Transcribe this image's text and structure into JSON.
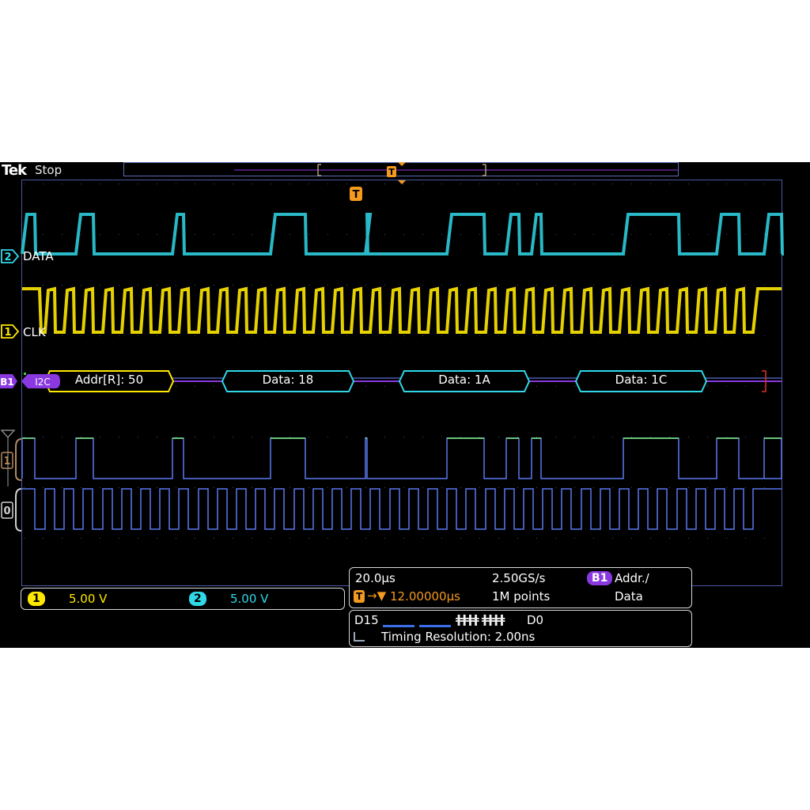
{
  "header": {
    "brand": "Tek",
    "status": "Stop"
  },
  "channels": {
    "data_label": "DATA",
    "clk_label": "CLK",
    "data_badge": "2",
    "clk_badge": "1",
    "bus_badge": "B1",
    "protocol": "I2C",
    "digital_top": "1",
    "digital_bottom": "0"
  },
  "decode_packets": [
    "Addr[R]: 50",
    "Data: 18",
    "Data: 1A",
    "Data: 1C"
  ],
  "trigger_marker": "T",
  "scale_bar": {
    "ch1_badge": "1",
    "ch1_scale": "5.00 V",
    "ch2_badge": "2",
    "ch2_scale": "5.00 V"
  },
  "acquisition": {
    "time_per_div": "20.0μs",
    "sample_rate": "2.50GS/s",
    "bus_badge": "B1",
    "bus_mode_line1": "Addr./",
    "bus_mode_line2": "Data",
    "trigger_position": "12.00000μs",
    "record_length": "1M points"
  },
  "digital_panel": {
    "range_start": "D15",
    "range_end": "D0",
    "active_glyphs": "ǂǂǂǂ ǂǂǂǂ",
    "timing_resolution": "Timing Resolution: 2.00ns"
  },
  "colors": {
    "ch1": "#ffe800",
    "ch2": "#30d8e8",
    "bus": "#8a38e0",
    "trigger": "#f49a1e",
    "digital_high": "#7cf07c",
    "digital_low": "#5a78f0"
  }
}
